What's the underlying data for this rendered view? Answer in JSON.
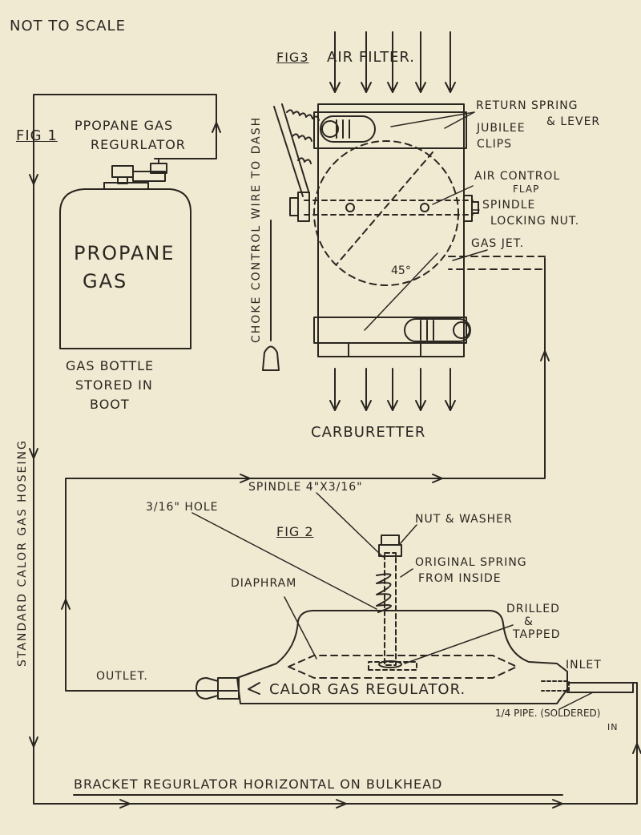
{
  "header": {
    "scale_note": "NOT TO SCALE"
  },
  "fig1": {
    "label": "Fig 1",
    "regulator_label": [
      "PPOPANE GAS",
      "REGURLATOR"
    ],
    "bottle_text": [
      "PROPANE",
      "GAS"
    ],
    "bottle_caption": [
      "GAS BOTTLE",
      "STORED IN",
      "BOOT"
    ]
  },
  "fig3": {
    "label": "Fig3",
    "air_filter": "AIR FILTER.",
    "return_spring": [
      "RETURN SPRING",
      "& LEVER"
    ],
    "jubilee_clips": [
      "JUBILEE",
      "CLIPS"
    ],
    "air_control_flap": [
      "AIR CONTROL",
      "FLAP"
    ],
    "spindle_locking_nut": [
      "SPINDLE",
      "LOCKING NUT."
    ],
    "gas_jet": "GAS JET.",
    "angle": "45°",
    "choke_wire": "CHOKE CONTROL WIRE TO DASH",
    "carburetter": "CARBURETTER"
  },
  "fig2": {
    "label": "Fig 2",
    "hole": "3/16\" HOLE",
    "spindle": "SPINDLE  4\"X3/16\"",
    "nut_washer": "NUT & WASHER",
    "spring": [
      "ORIGINAL SPRING",
      "FROM INSIDE"
    ],
    "diaphram": "DIAPHRAM",
    "drilled": [
      "DRILLED",
      "&",
      "TAPPED"
    ],
    "outlet": "OUTLET.",
    "inlet": "INLET",
    "regulator": "CALOR GAS REGULATOR.",
    "pipe": [
      "1/4 PIPE. (SOLDERED)",
      "IN"
    ]
  },
  "hose_label": "STANDARD CALOR GAS HOSEING",
  "footer": "BRACKET REGURLATOR HORIZONTAL ON BULKHEAD"
}
